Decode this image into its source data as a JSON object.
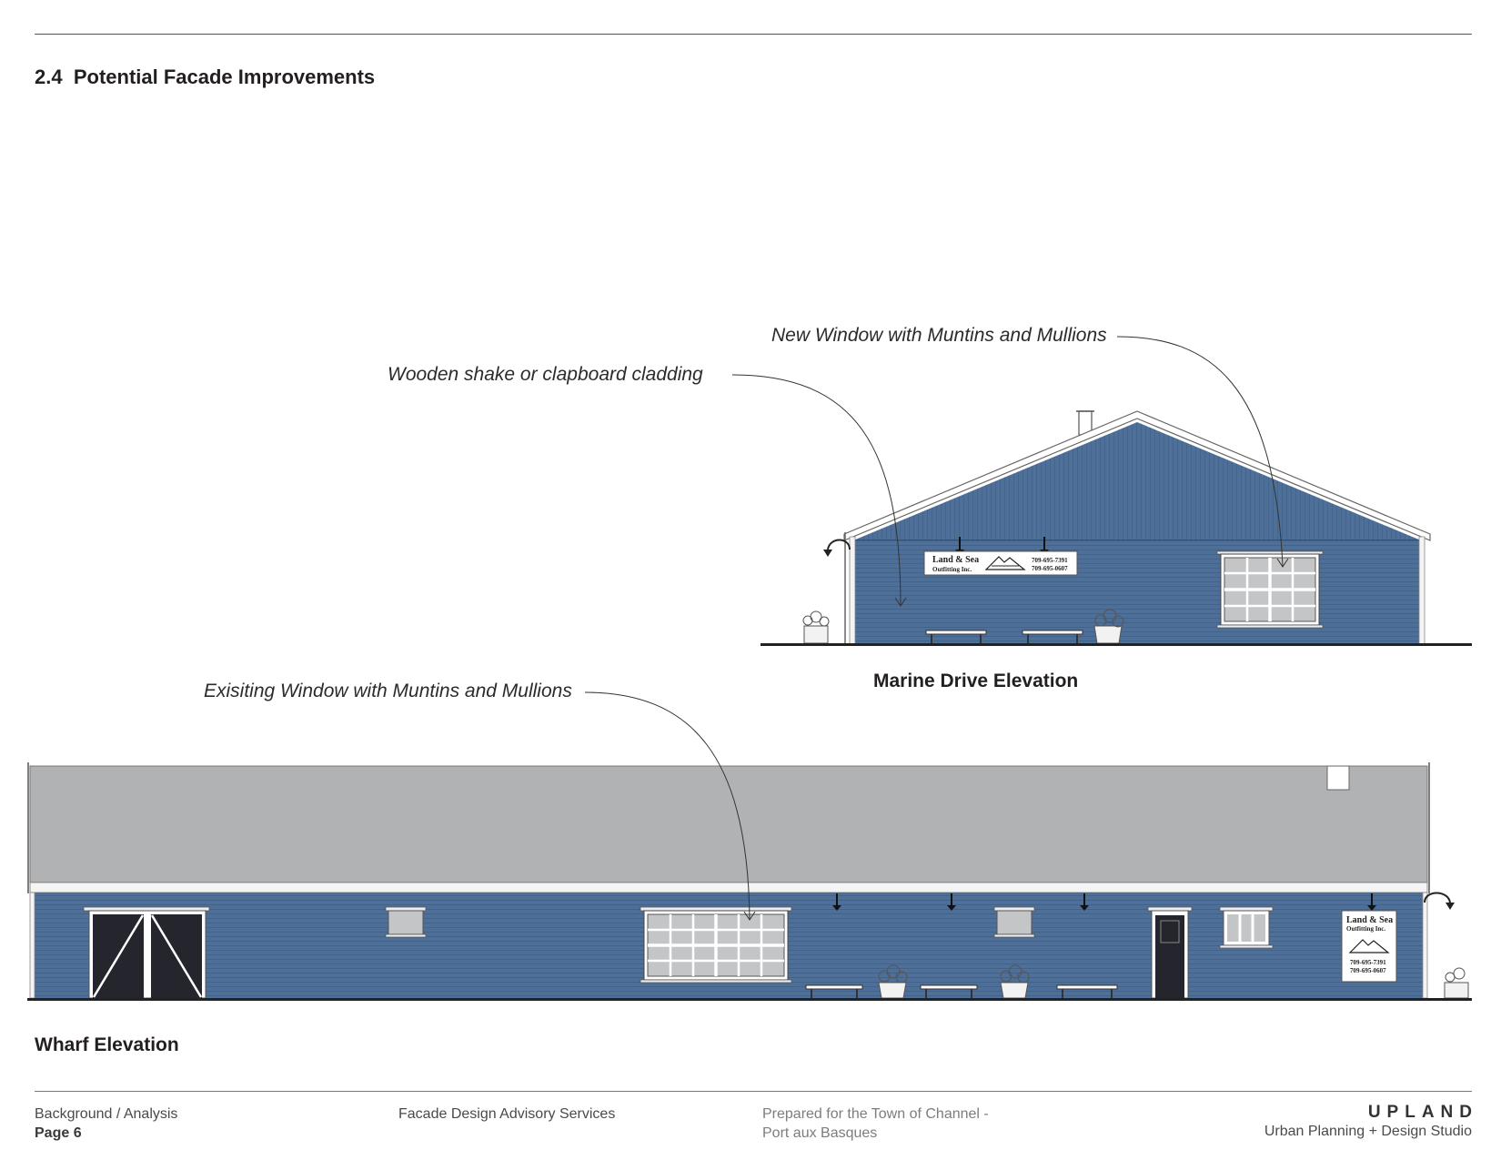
{
  "section": {
    "number": "2.4",
    "title": "Potential Facade Improvements"
  },
  "callouts": {
    "new_window": "New Window with Muntins and Mullions",
    "cladding": "Wooden shake or clapboard cladding",
    "existing_window": "Exisiting Window with Muntins and Mullions"
  },
  "captions": {
    "marine_drive": "Marine Drive Elevation",
    "wharf": "Wharf Elevation"
  },
  "sign": {
    "name_line1": "Land & Sea",
    "name_line2": "Outfitting Inc.",
    "phone1": "709-695-7391",
    "phone2": "709-695-0607"
  },
  "colors": {
    "wall_blue": "#4d6f98",
    "roof_gray": "#b1b2b4",
    "window_gray": "#c4c5c7",
    "door_dark": "#25262d"
  },
  "footer": {
    "section": "Background / Analysis",
    "page": "Page 6",
    "project": "Facade Design Advisory Services",
    "prepared_line1": "Prepared for the Town of Channel -",
    "prepared_line2": "Port aux Basques",
    "brand": "UPLAND",
    "brand_sub": "Urban Planning + Design Studio"
  }
}
